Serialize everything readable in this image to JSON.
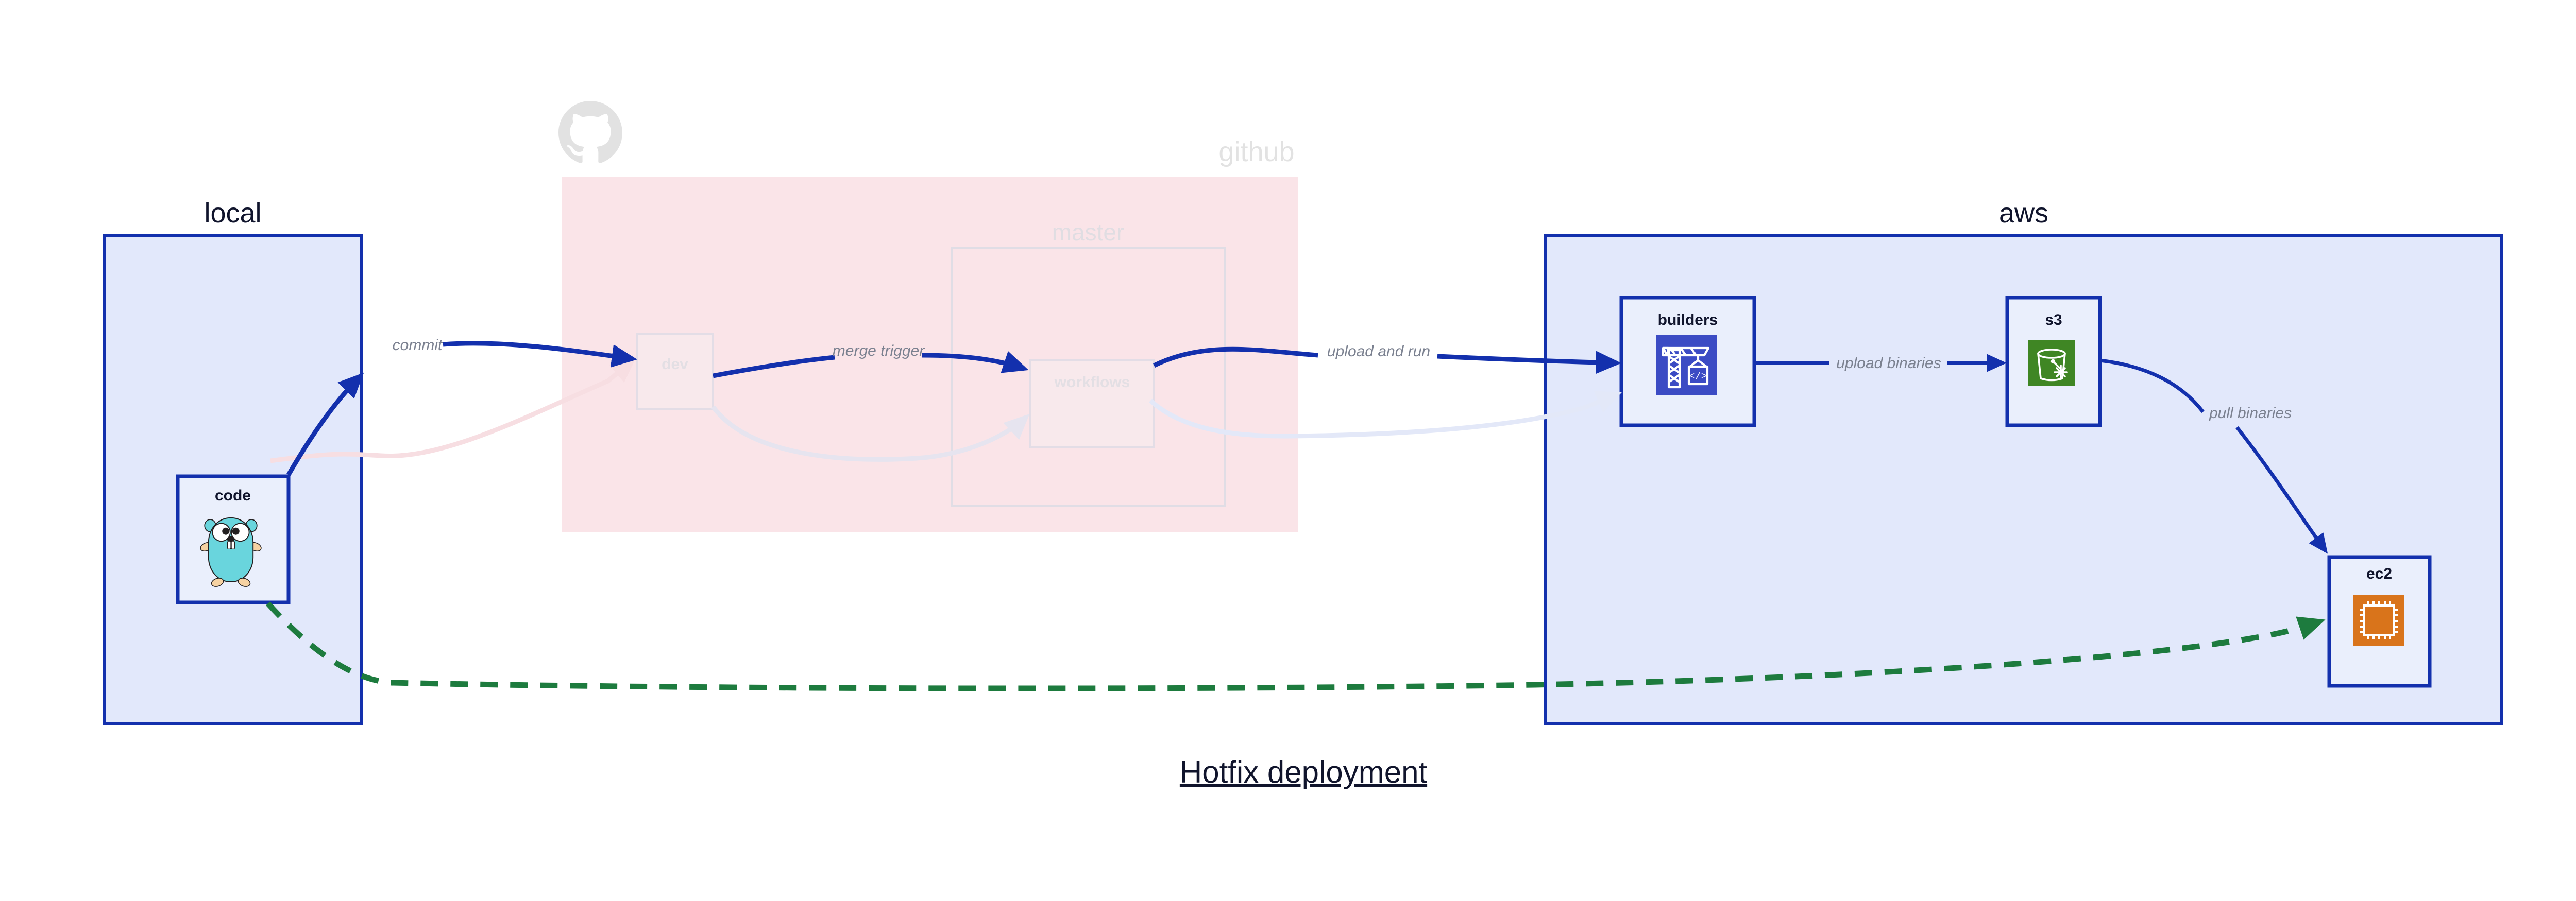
{
  "diagram": {
    "title": "Hotfix deployment",
    "colors": {
      "cluster_fill": "#e2e8fb",
      "cluster_stroke": "#1330ad",
      "node_fill": "#eaeffc",
      "node_stroke": "#1330ad",
      "edge_blue": "#1330ad",
      "edge_green": "#1d7b3e",
      "label_gray": "#7b8190",
      "text_dark": "#10142c",
      "github_cluster_fill": "#fae4e8",
      "faded_text": "#e2e2e2",
      "builders_icon_bg": "#3b4bc4",
      "s3_icon_bg": "#3f8624",
      "ec2_icon_bg": "#d9741b",
      "gopher_body": "#69d5dd"
    },
    "clusters": [
      {
        "id": "local",
        "label": "local",
        "faded": false
      },
      {
        "id": "github",
        "label": "github",
        "faded": true,
        "icon": "github-octocat-icon",
        "subclusters": [
          {
            "id": "master",
            "label": "master",
            "faded": true
          }
        ]
      },
      {
        "id": "aws",
        "label": "aws",
        "faded": false
      }
    ],
    "nodes": [
      {
        "id": "code",
        "label": "code",
        "cluster": "local",
        "icon": "go-gopher-icon",
        "faded": false
      },
      {
        "id": "dev",
        "label": "dev",
        "cluster": "github",
        "icon": "none",
        "faded": true
      },
      {
        "id": "workflows",
        "label": "workflows",
        "cluster": "master",
        "icon": "none",
        "faded": true
      },
      {
        "id": "builders",
        "label": "builders",
        "cluster": "aws",
        "icon": "crane-code-icon",
        "faded": false
      },
      {
        "id": "s3",
        "label": "s3",
        "cluster": "aws",
        "icon": "s3-bucket-icon",
        "faded": false
      },
      {
        "id": "ec2",
        "label": "ec2",
        "cluster": "aws",
        "icon": "cpu-chip-icon",
        "faded": false
      }
    ],
    "edges": [
      {
        "id": "commit",
        "from": "code",
        "to": "dev",
        "label": "commit",
        "style": "solid",
        "color": "#1330ad",
        "faded": false
      },
      {
        "id": "merge-trigger",
        "from": "dev",
        "to": "workflows",
        "label": "merge trigger",
        "style": "solid",
        "color": "#1330ad",
        "faded": false
      },
      {
        "id": "upload-and-run",
        "from": "workflows",
        "to": "builders",
        "label": "upload and run",
        "style": "solid",
        "color": "#1330ad",
        "faded": false
      },
      {
        "id": "upload-binaries",
        "from": "builders",
        "to": "s3",
        "label": "upload binaries",
        "style": "solid",
        "color": "#1330ad",
        "faded": false
      },
      {
        "id": "pull-binaries",
        "from": "s3",
        "to": "ec2",
        "label": "pull binaries",
        "style": "solid",
        "color": "#1330ad",
        "faded": false
      },
      {
        "id": "hotfix-direct",
        "from": "code",
        "to": "ec2",
        "label": "",
        "style": "dashed",
        "color": "#1d7b3e",
        "faded": false
      },
      {
        "id": "faded-to-dev",
        "from": "code",
        "to": "dev",
        "label": "",
        "style": "solid",
        "color": "#f7dee2",
        "faded": true
      },
      {
        "id": "faded-dev-to-workflows",
        "from": "dev",
        "to": "workflows",
        "label": "",
        "style": "solid",
        "color": "#e6e4ef",
        "faded": true
      },
      {
        "id": "faded-workflows-to-builders",
        "from": "workflows",
        "to": "builders",
        "label": "",
        "style": "solid",
        "color": "#e3e8f8",
        "faded": true
      }
    ]
  }
}
